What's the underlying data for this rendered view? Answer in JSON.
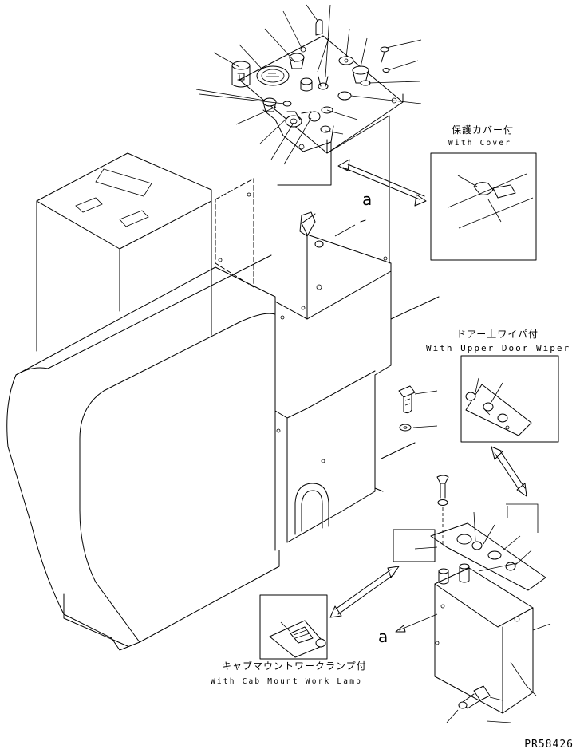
{
  "callouts": {
    "with_cover": {
      "jp": "保護カバー付",
      "en": "With Cover"
    },
    "with_upper_door_wiper": {
      "jp": "ドアー上ワイパ付",
      "en": "With Upper Door Wiper"
    },
    "with_cab_mount_work_lamp": {
      "jp": "キャブマウントワークランプ付",
      "en": "With Cab Mount Work Lamp"
    }
  },
  "view_marker": "a",
  "part_number": "PR58426"
}
